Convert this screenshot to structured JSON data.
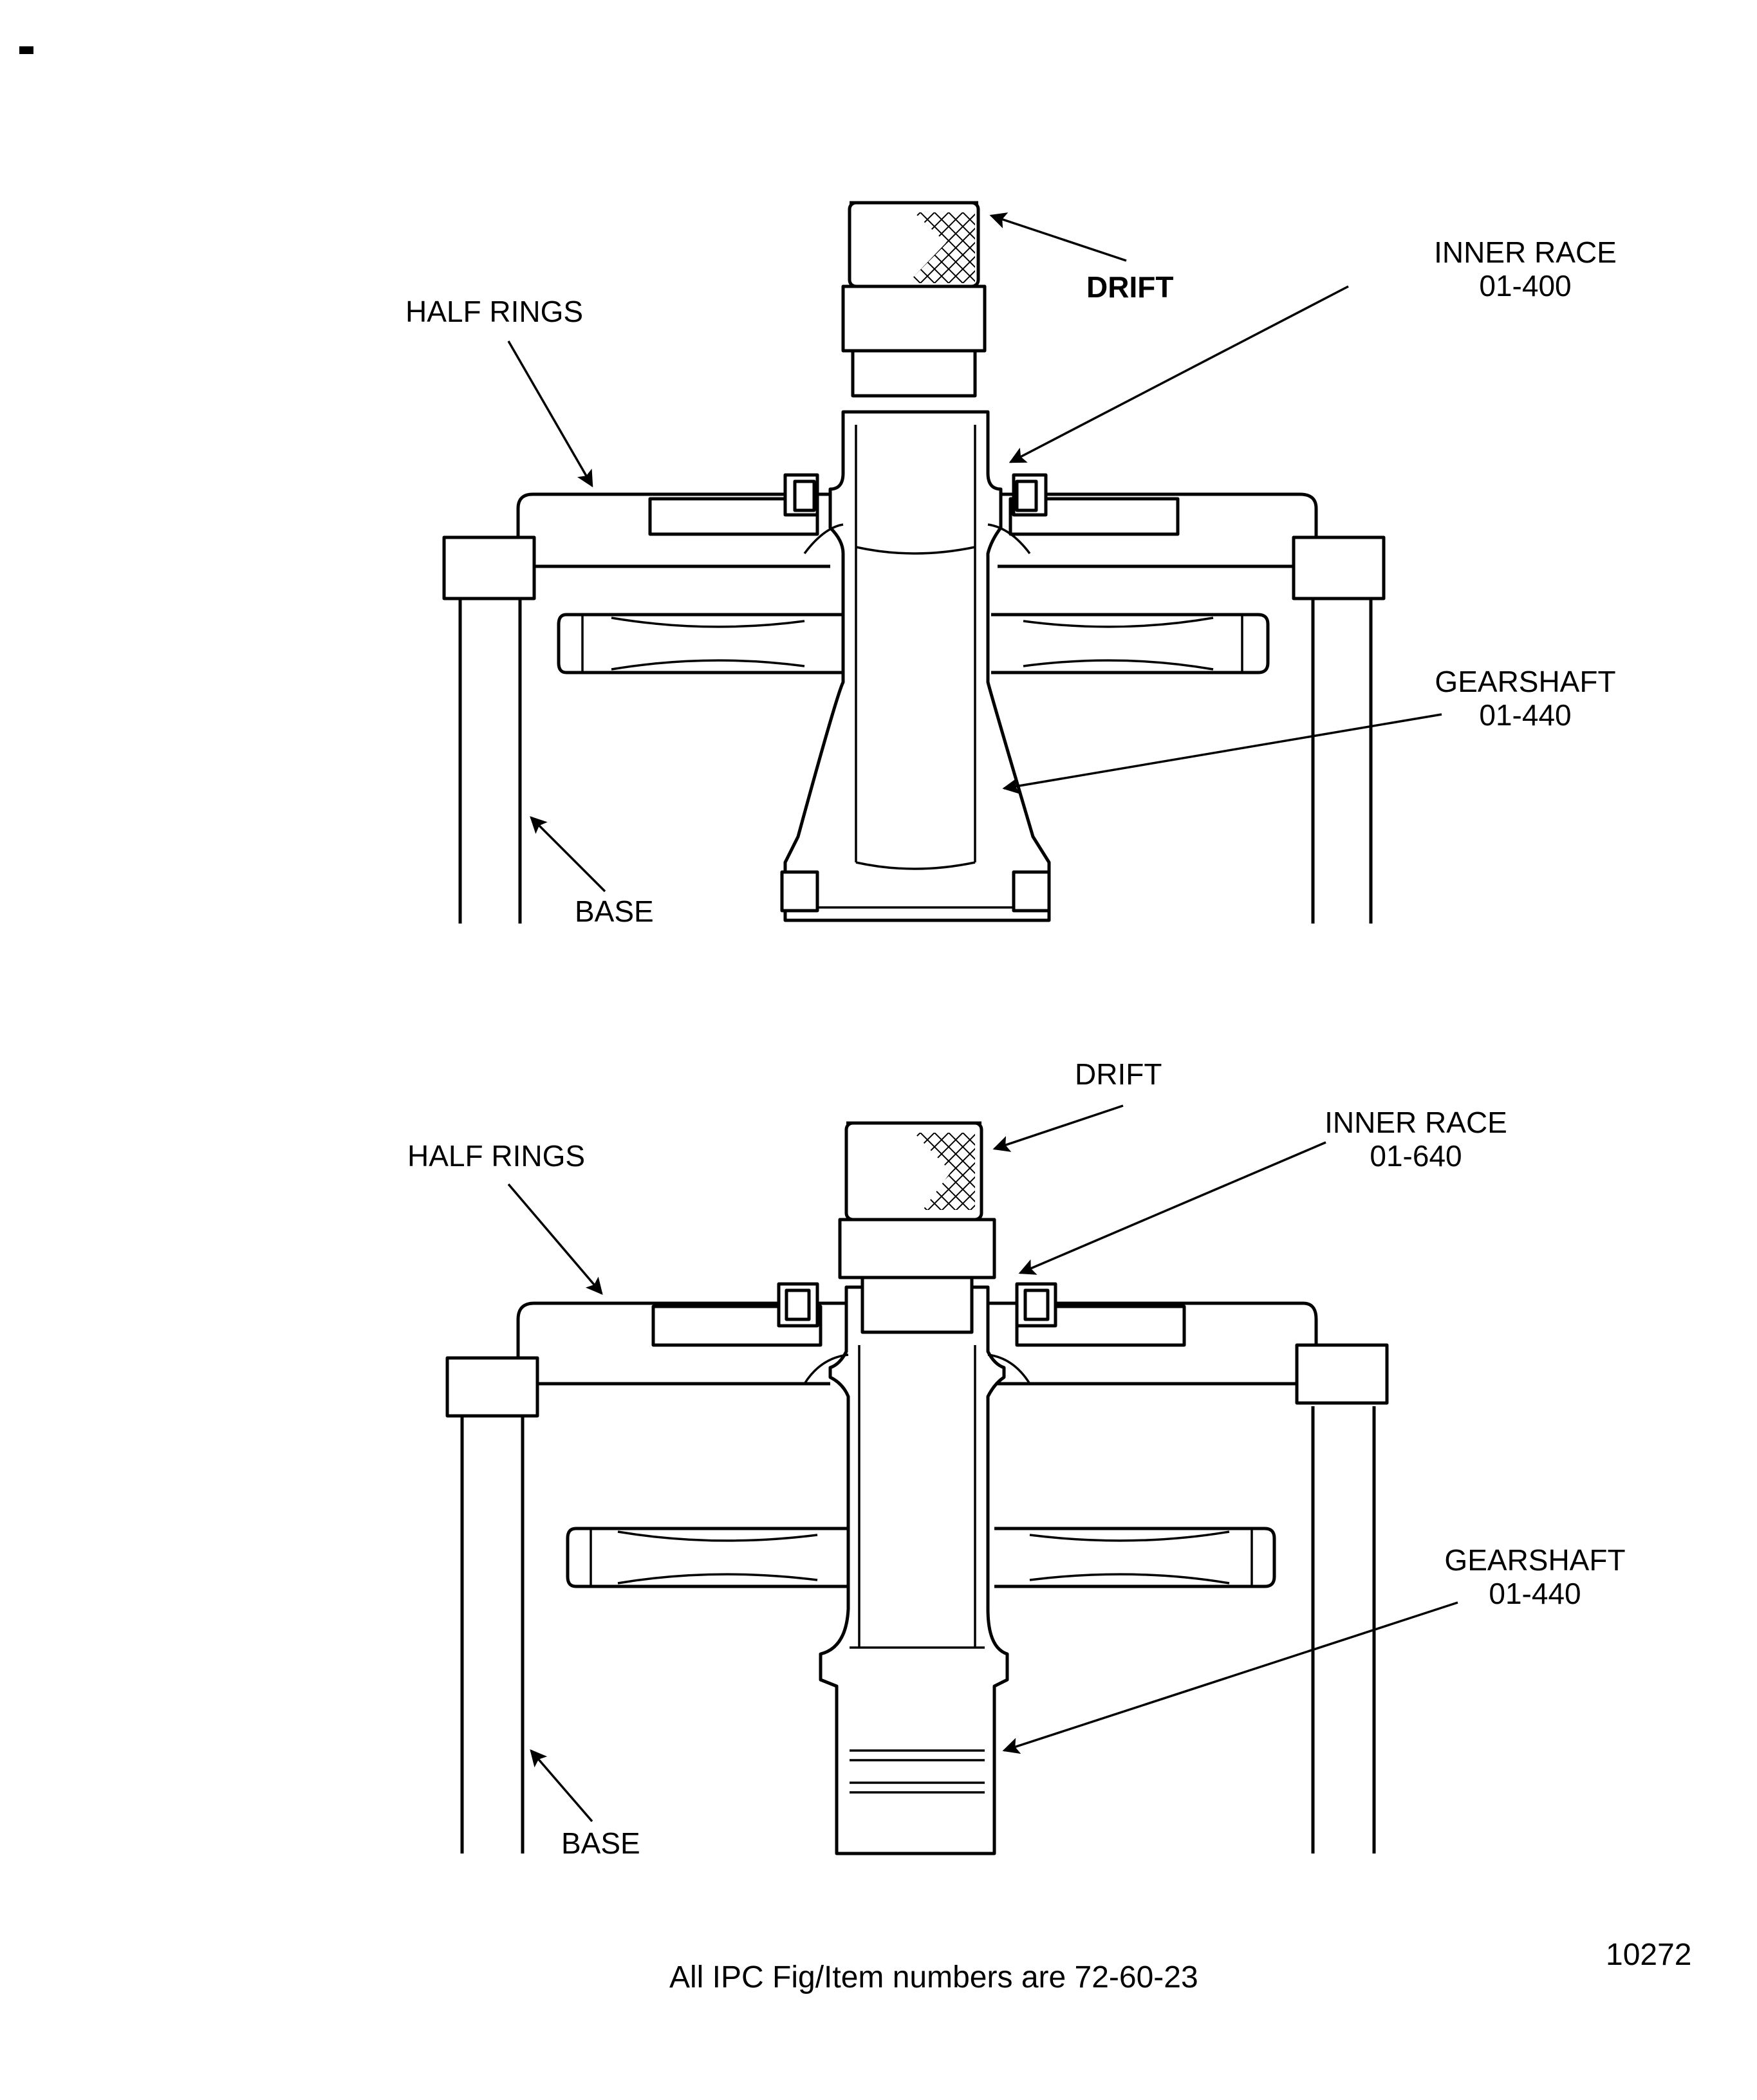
{
  "figures": [
    {
      "drift": "DRIFT",
      "inner_race": {
        "title": "INNER RACE",
        "number": "01-400"
      },
      "half_rings": "HALF RINGS",
      "gearshaft": {
        "title": "GEARSHAFT",
        "number": "01-440"
      },
      "base": "BASE"
    },
    {
      "drift": "DRIFT",
      "inner_race": {
        "title": "INNER RACE",
        "number": "01-640"
      },
      "half_rings": "HALF RINGS",
      "gearshaft": {
        "title": "GEARSHAFT",
        "number": "01-440"
      },
      "base": "BASE"
    }
  ],
  "footer_note": "All IPC Fig/Item numbers are 72-60-23",
  "figure_id": "10272"
}
